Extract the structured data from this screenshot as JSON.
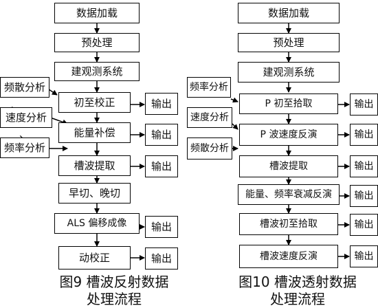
{
  "left_flow": {
    "steps": [
      "数据加载",
      "预处理",
      "建观测系统",
      "初至校正",
      "能量补偿",
      "槽波提取",
      "早切、晚切",
      "ALS 偏移成像",
      "动校正"
    ],
    "inputs": [
      "频散分析",
      "速度分析",
      "频率分析"
    ],
    "input_separator": "、",
    "outputs": [
      "输出",
      "输出",
      "输出",
      "输出",
      "输出"
    ],
    "caption_line1": "图9 槽波反射数据",
    "caption_line2": "处理流程"
  },
  "right_flow": {
    "steps": [
      "数据加载",
      "预处理",
      "建观测系统",
      "P 初至拾取",
      "P 波速度反演",
      "槽波提取",
      "能量、频率衰减反演",
      "槽波初至拾取",
      "槽波速度反演"
    ],
    "inputs": [
      "频率分析",
      "速度分析",
      "频散分析"
    ],
    "outputs": [
      "输出",
      "输出",
      "输出",
      "输出",
      "输出",
      "输出"
    ],
    "caption_line1": "图10 槽波透射数据",
    "caption_line2": "处理流程"
  }
}
